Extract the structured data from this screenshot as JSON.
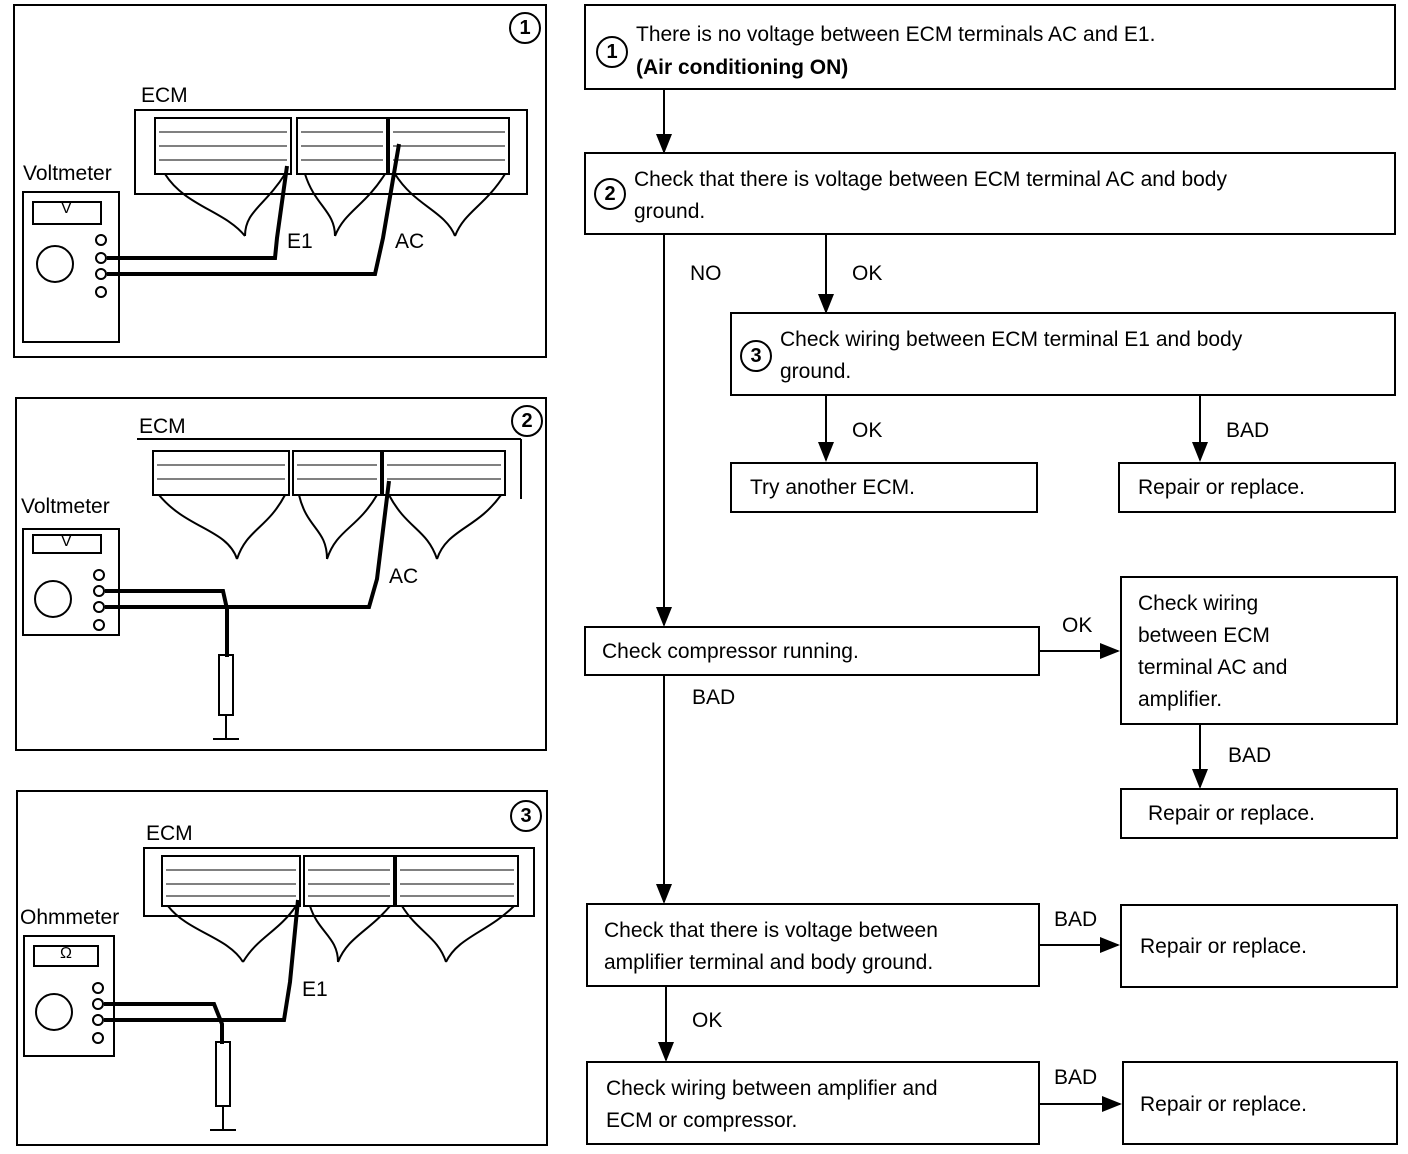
{
  "panels": [
    {
      "number": "1",
      "ecm": "ECM",
      "meter": "Voltmeter",
      "meter_symbol": "V",
      "probes": [
        "E1",
        "AC"
      ]
    },
    {
      "number": "2",
      "ecm": "ECM",
      "meter": "Voltmeter",
      "meter_symbol": "V",
      "probes": [
        "AC"
      ]
    },
    {
      "number": "3",
      "ecm": "ECM",
      "meter": "Ohmmeter",
      "meter_symbol": "Ω",
      "probes": [
        "E1"
      ]
    }
  ],
  "flow": {
    "step1": {
      "number": "1",
      "line1": "There is no voltage between ECM terminals AC and E1.",
      "line2": "(Air conditioning ON)"
    },
    "step2": {
      "number": "2",
      "line1": "Check that there is voltage between ECM terminal AC and body",
      "line2": "ground."
    },
    "step3": {
      "number": "3",
      "line1": "Check wiring between ECM terminal E1 and body",
      "line2": "ground."
    },
    "try_ecm": "Try another ECM.",
    "repair": "Repair or replace.",
    "compressor": "Check compressor running.",
    "wiring_ac": [
      "Check wiring",
      "between ECM",
      "terminal AC and",
      "amplifier."
    ],
    "amp_voltage": [
      "Check that there is voltage between",
      "amplifier terminal and body ground."
    ],
    "amp_wiring": [
      "Check wiring between amplifier and",
      "ECM or compressor."
    ],
    "labels": {
      "no": "NO",
      "ok": "OK",
      "bad": "BAD"
    }
  }
}
